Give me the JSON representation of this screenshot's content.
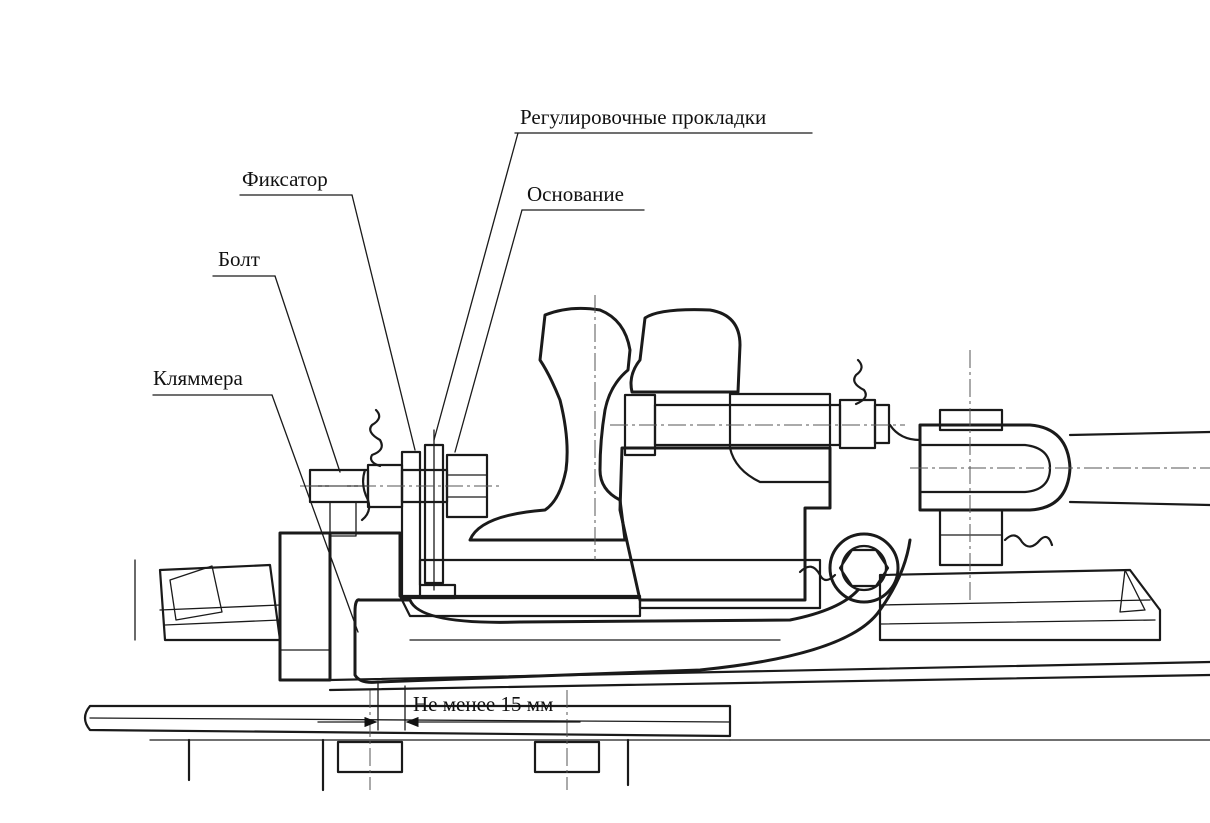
{
  "labels": {
    "shims": "Регулировочные прокладки",
    "fixator": "Фиксатор",
    "base": "Основание",
    "bolt": "Болт",
    "klammer": "Кляммера",
    "dimension": "Не менее 15 мм"
  }
}
